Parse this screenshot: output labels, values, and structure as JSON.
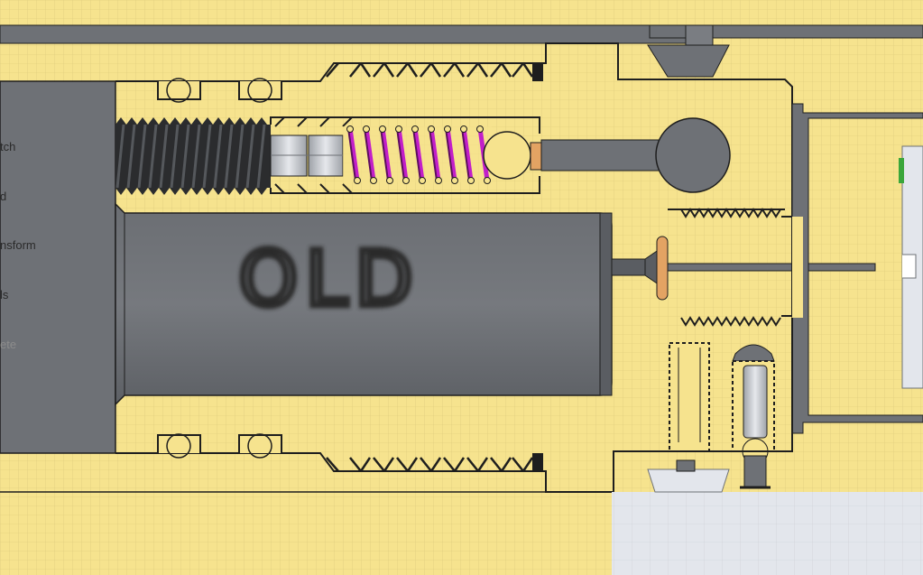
{
  "menu": {
    "items": [
      {
        "label": "tch",
        "enabled": true
      },
      {
        "label": "d",
        "enabled": true
      },
      {
        "label": "nsform",
        "enabled": true
      },
      {
        "label": "ls",
        "enabled": true
      },
      {
        "label": "ete",
        "enabled": false
      }
    ]
  },
  "part": {
    "label": "OLD"
  },
  "colors": {
    "section_fill": "#f6e38e",
    "part_gray": "#6e7176",
    "part_gray_light": "#8a8d91",
    "spring": "#c21fc9",
    "seal": "#e3a363",
    "housing_gray": "#e3e6ec",
    "edge": "#1e1e1e",
    "accent_green": "#3aa63a"
  }
}
